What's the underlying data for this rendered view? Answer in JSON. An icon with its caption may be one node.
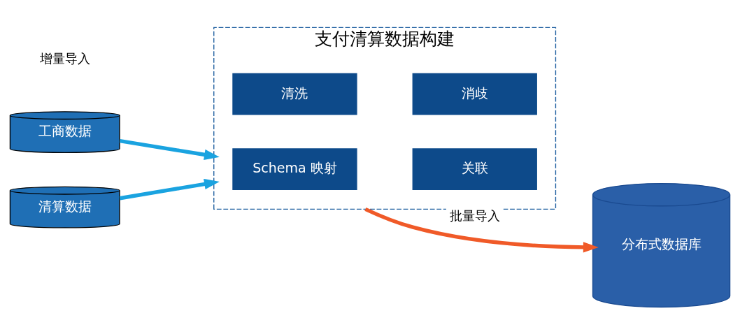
{
  "diagram": {
    "nodes": [
      {
        "text": [
          "工商数据"
        ]
      },
      {
        "text": [
          "清算数据"
        ]
      },
      {
        "text": [
          "支付清算数据构建"
        ]
      },
      {
        "text": [
          "清洗"
        ],
        "in": 2
      },
      {
        "text": [
          "消歧"
        ],
        "in": 2
      },
      {
        "text": [
          "Schema 映射"
        ],
        "in": 2
      },
      {
        "text": [
          "关联"
        ],
        "in": 2
      },
      {
        "text": [
          "分布式数据库"
        ]
      }
    ],
    "edges": [
      {
        "from": 0,
        "to": 2,
        "arrow": "to"
      },
      {
        "from": 1,
        "to": 2,
        "arrow": "to"
      },
      {
        "from": 2,
        "to": 7,
        "arrow": "to",
        "label": "批量导入",
        "color": "#f05a28"
      }
    ],
    "labels": [
      "增量导入"
    ]
  }
}
